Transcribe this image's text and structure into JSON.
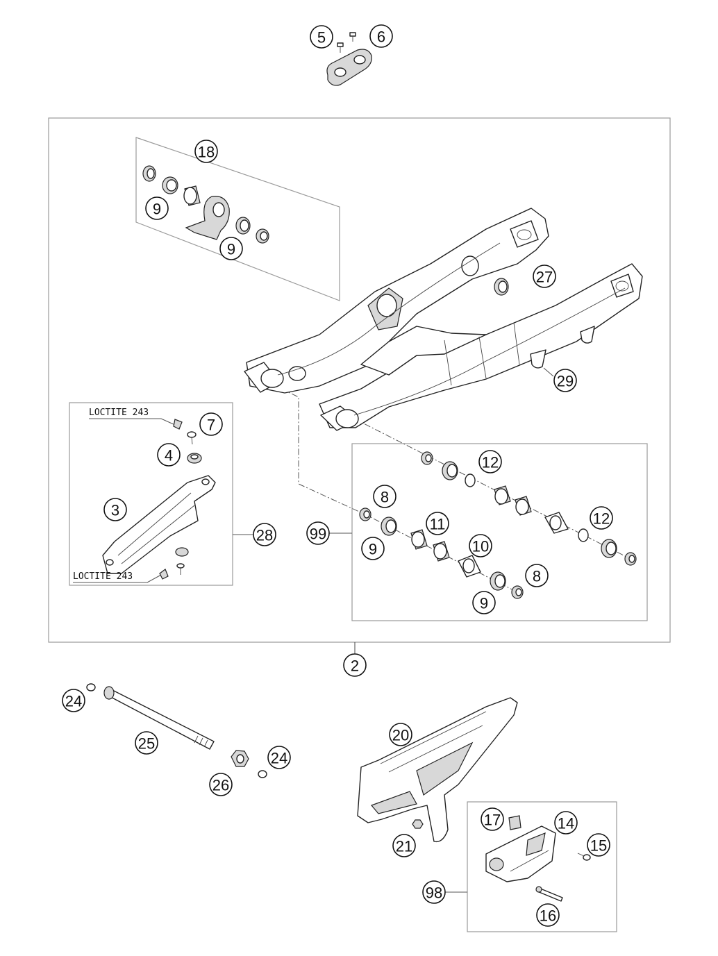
{
  "callouts": [
    "5",
    "6",
    "18",
    "9",
    "9",
    "27",
    "29",
    "7",
    "4",
    "3",
    "28",
    "12",
    "8",
    "11",
    "99",
    "9",
    "10",
    "12",
    "8",
    "9",
    "2",
    "24",
    "25",
    "26",
    "24",
    "20",
    "17",
    "14",
    "15",
    "21",
    "98",
    "16"
  ],
  "notes": [
    "LOCTITE 243",
    "LOCTITE 243"
  ]
}
